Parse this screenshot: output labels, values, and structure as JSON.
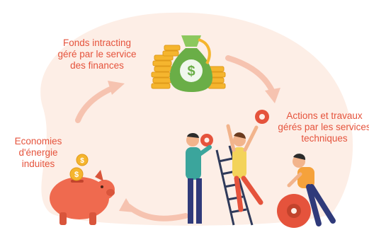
{
  "labels": {
    "funds": [
      "Fonds intracting",
      "géré par le service",
      "des finances"
    ],
    "actions": [
      "Actions et travaux",
      "gérés par les services",
      "techniques"
    ],
    "savings": [
      "Economies",
      "d'énergie",
      "induites"
    ]
  },
  "icons": {
    "money_bag": "money-bag-icon",
    "piggy_bank": "piggy-bank-icon",
    "gear": "gear-icon",
    "dollar": "dollar-icon"
  },
  "colors": {
    "text": "#e5533c",
    "blob": "#fdeee6",
    "arrow": "#f6c3b0",
    "coins": "#f5b52e",
    "bag": "#6aae47",
    "gear": "#e5533c",
    "piggy": "#ef6a4f"
  }
}
